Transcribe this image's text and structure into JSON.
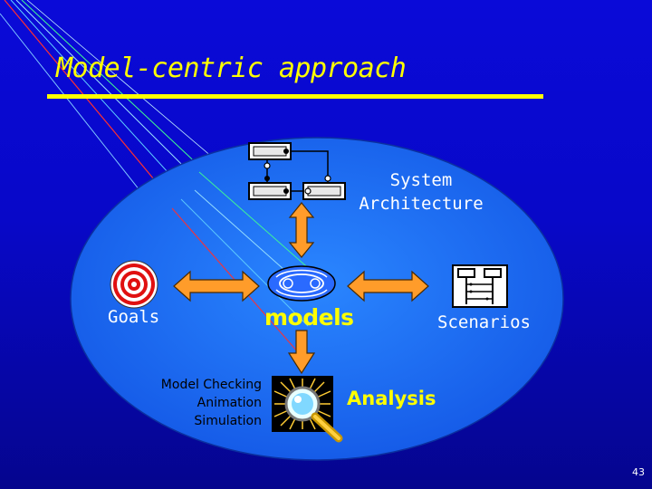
{
  "slide": {
    "title": "Model-centric approach",
    "page_number": "43"
  },
  "diagram": {
    "nodes": {
      "architecture": {
        "line1": "System",
        "line2": "Architecture",
        "icon": "architecture-diagram-icon"
      },
      "goals": {
        "label": "Goals",
        "icon": "target-icon"
      },
      "models": {
        "label": "models",
        "icon": "model-loop-icon"
      },
      "scenarios": {
        "label": "Scenarios",
        "icon": "sequence-chart-icon"
      },
      "analysis": {
        "label": "Analysis",
        "icon": "magnifier-icon"
      },
      "tools": [
        "Model Checking",
        "Animation",
        "Simulation"
      ]
    },
    "colors": {
      "background": "#0808c8",
      "ellipse": "#1a6cf0",
      "title": "#ffff00",
      "arrow": "#ff9c2a",
      "highlight": "#ffff00"
    }
  }
}
